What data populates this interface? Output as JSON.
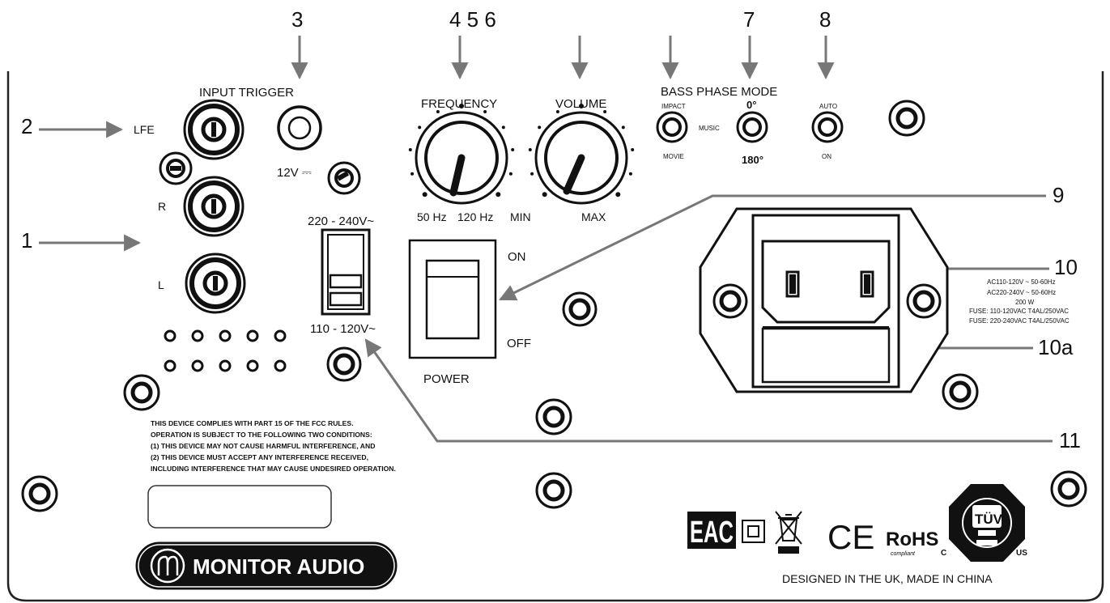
{
  "callouts": {
    "n1": "1",
    "n2": "2",
    "n3": "3",
    "n456": "4 5 6",
    "n7": "7",
    "n8": "8",
    "n9": "9",
    "n10": "10",
    "n10a": "10a",
    "n11": "11"
  },
  "inputs": {
    "trigger_title": "INPUT TRIGGER",
    "lfe": "LFE",
    "r": "R",
    "l": "L",
    "trigger_voltage": "12V ⎓"
  },
  "voltage_selector": {
    "high": "220 - 240V~",
    "low": "110 - 120V~"
  },
  "power": {
    "on": "ON",
    "off": "OFF",
    "label": "POWER"
  },
  "frequency": {
    "title": "FREQUENCY",
    "min_label": "50 Hz",
    "max_label": "120 Hz"
  },
  "volume": {
    "title": "VOLUME",
    "min_label": "MIN",
    "max_label": "MAX"
  },
  "switches": {
    "group_title": "BASS PHASE MODE",
    "bass_top": "IMPACT",
    "bass_bottom": "MOVIE",
    "bass_side": "MUSIC",
    "phase_top": "0°",
    "phase_bottom": "180°",
    "mode_top": "AUTO",
    "mode_bottom": "ON"
  },
  "power_ratings": {
    "line1": "AC110-120V ~ 50-60Hz",
    "line2": "AC220-240V ~ 50-60Hz",
    "line3": "200 W",
    "line4": "FUSE: 110-120VAC T4AL/250VAC",
    "line5": "FUSE: 220-240VAC T4AL/250VAC"
  },
  "fcc": {
    "line1": "THIS DEVICE COMPLIES WITH PART 15 OF THE FCC RULES.",
    "line2": "OPERATION IS SUBJECT TO THE FOLLOWING TWO CONDITIONS:",
    "line3": "(1) THIS DEVICE MAY NOT CAUSE HARMFUL INTERFERENCE, AND",
    "line4": "(2) THIS DEVICE MUST ACCEPT ANY INTERFERENCE RECEIVED,",
    "line5": "INCLUDING INTERFERENCE THAT MAY CAUSE UNDESIRED OPERATION."
  },
  "branding": {
    "logo_text": "MONITOR AUDIO",
    "made_in": "DESIGNED IN THE UK, MADE IN CHINA"
  },
  "certifications": {
    "eac": "EAC",
    "ce": "CE",
    "rohs": "RoHS",
    "rohs_sub": "compliant",
    "tuv": "TÜV",
    "tuv_c": "C",
    "tuv_us": "US"
  }
}
